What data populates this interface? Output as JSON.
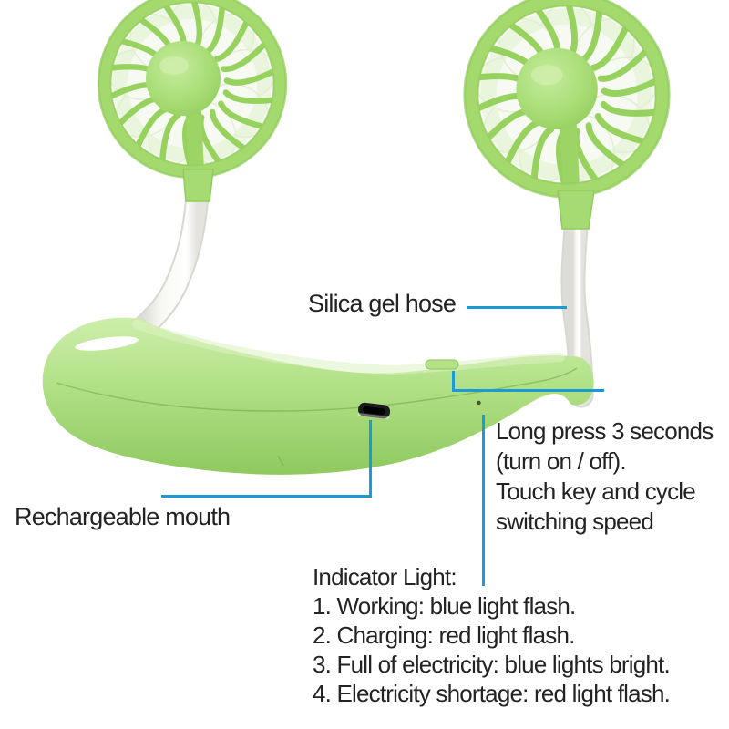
{
  "product": {
    "name": "hanging neck sports fan (green)",
    "colors": {
      "leader_blue": "#1b9ad6",
      "text": "#232323",
      "fan_green": "#a0d86c",
      "band_green_top": "#cdeeab",
      "band_green_mid": "#abdd7f",
      "band_green_bottom": "#8fc95f",
      "hose_white": "#f6f6f3",
      "usb_port_dark": "#1c1c1c"
    }
  },
  "annotations": {
    "silica": {
      "label": "Silica gel hose"
    },
    "long_press": {
      "lines": [
        "Long press 3 seconds",
        "(turn on / off).",
        "Touch key and cycle",
        "switching speed"
      ]
    },
    "rechargeable": {
      "label": "Rechargeable mouth"
    },
    "indicator": {
      "title": "Indicator Light:",
      "items": [
        "1. Working: blue light flash.",
        "2. Charging: red light flash.",
        "3. Full of electricity: blue lights bright.",
        "4. Electricity shortage: red light flash."
      ]
    }
  }
}
